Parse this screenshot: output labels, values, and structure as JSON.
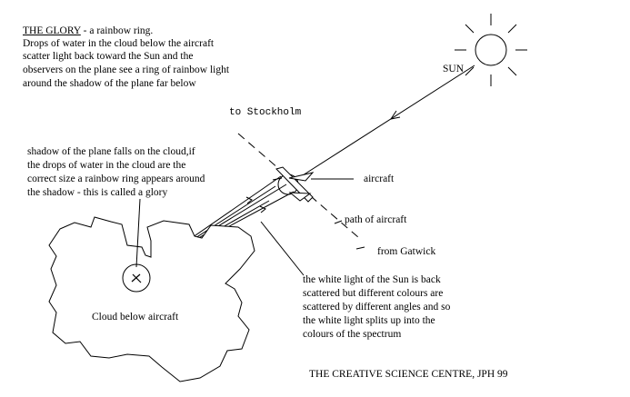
{
  "title": "THE GLORY",
  "title_suffix": " - a rainbow ring.",
  "intro_lines": [
    "Drops of water in the cloud below the aircraft",
    "scatter light back toward the Sun and the",
    "observers on the plane see a ring of rainbow light",
    "around the shadow of the plane far below"
  ],
  "sun_label": "SUN",
  "to_stockholm": "to Stockholm",
  "aircraft_label": "aircraft",
  "path_label": "path of aircraft",
  "from_gatwick": "from Gatwick",
  "shadow_lines": [
    "shadow of the plane falls on the cloud,if",
    "the drops of water in the cloud are the",
    "correct size a rainbow ring appears around",
    "the shadow - this is called a glory"
  ],
  "cloud_label": "Cloud below aircraft",
  "white_light_lines": [
    "the white light of the Sun is back",
    "scattered but different colours are",
    "scattered by different angles and so",
    "the white light splits up into the",
    "colours of the spectrum"
  ],
  "credit": "THE CREATIVE SCIENCE CENTRE, JPH 99"
}
